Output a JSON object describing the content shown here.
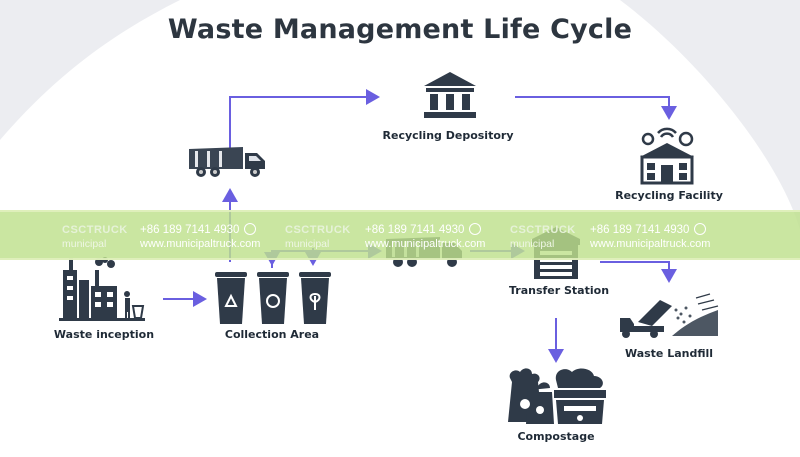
{
  "title": "Waste Management Life Cycle",
  "colors": {
    "arrow": "#6a5fe0",
    "icon": "#2f3a48",
    "band": "#bfe08c",
    "background": "#ecedf1"
  },
  "nodes": {
    "waste_inception": {
      "label": "Waste inception",
      "icon": "factory-icon"
    },
    "collection_area": {
      "label": "Collection Area",
      "icon": "recycling-bins-icon"
    },
    "recycling_depository": {
      "label": "Recycling Depository",
      "icon": "bank-building-icon"
    },
    "recycling_facility": {
      "label": "Recycling Facility",
      "icon": "recycling-facility-icon"
    },
    "transfer_station": {
      "label": "Transfer Station",
      "icon": "warehouse-icon"
    },
    "waste_landfill": {
      "label": "Waste Landfill",
      "icon": "dump-truck-icon"
    },
    "compostage": {
      "label": "Compostage",
      "icon": "compost-bags-icon"
    }
  },
  "watermark": {
    "brand_left": "CSC",
    "brand_right": "TRUCK",
    "sub": "municipal",
    "phone": "+86 189 7141 4930",
    "site": "www.municipaltruck.com"
  }
}
